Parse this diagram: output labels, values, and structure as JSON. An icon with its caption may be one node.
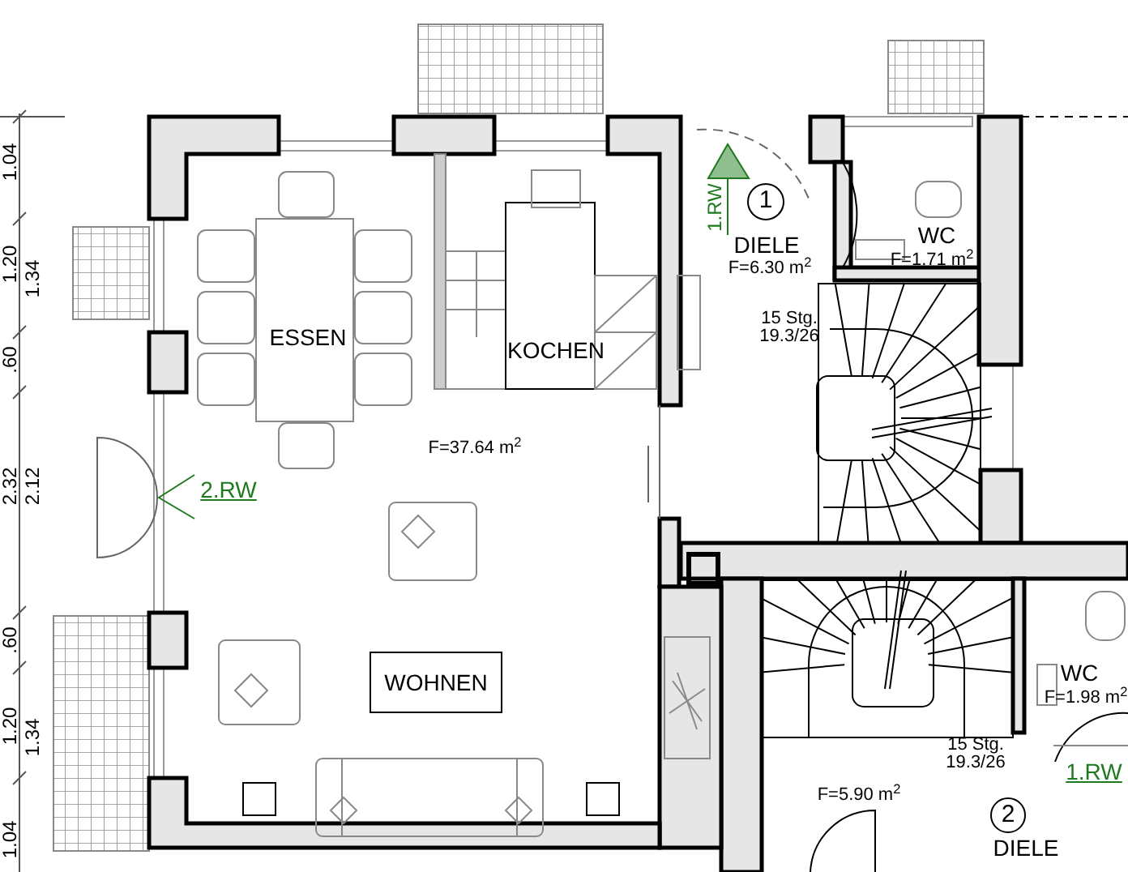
{
  "diagram": {
    "nodes": [
      {
        "text": [
          "1"
        ]
      },
      {
        "text": [
          "WOHNEN"
        ]
      },
      {
        "text": [
          "2"
        ]
      }
    ],
    "labels": [
      "1.04",
      "1.20",
      ".60",
      "2.32",
      ".60",
      "1.20",
      "1.04",
      "1.34",
      "2.12",
      "1.34",
      "1.RW",
      "DIELE",
      "F=6.30 m$^{2}$",
      "WC",
      "F=1.71 m$^{2}$",
      "ESSEN",
      "KOCHEN",
      "15 Stg.",
      "19.3/26",
      "F=37.64 m$^{2}$",
      "2.RW",
      "WC",
      "F=1.98 m$^{2}$",
      "15 Stg.",
      "19.3/26",
      "F=5.90 m$^{2}$",
      "1.RW",
      "DIELE"
    ]
  }
}
